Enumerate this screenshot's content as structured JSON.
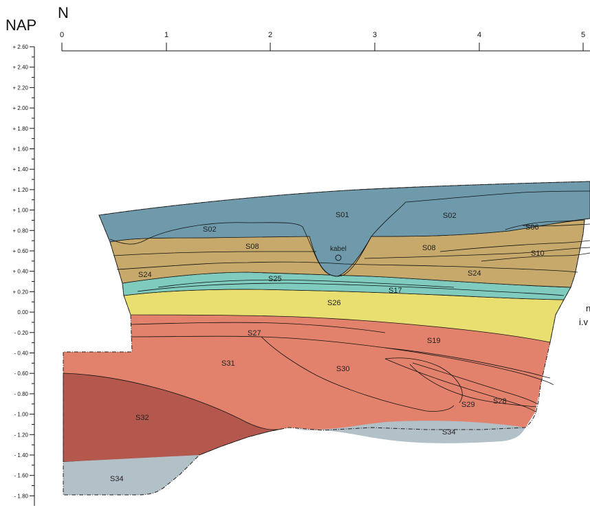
{
  "header": {
    "nap_label": "NAP",
    "north_label": "N"
  },
  "x_axis": {
    "ticks": [
      "0",
      "1",
      "2",
      "3",
      "4",
      "5"
    ]
  },
  "y_axis": {
    "ticks": [
      "+ 2.60",
      "+ 2.40",
      "+ 2.20",
      "+ 2.00",
      "+ 1.80",
      "+ 1.60",
      "+ 1.40",
      "+ 1.20",
      "+ 1.00",
      "+ 0.80",
      "+ 0.60",
      "+ 0.40",
      "+ 0.20",
      "0.00",
      "- 0.20",
      "- 0.40",
      "- 0.60",
      "- 0.80",
      "- 1.00",
      "- 1.20",
      "- 1.40",
      "- 1.60",
      "- 1.80"
    ]
  },
  "layers": {
    "S01": "S01",
    "S02a": "S02",
    "S02b": "S02",
    "S06": "S06",
    "S08a": "S08",
    "S08b": "S08",
    "S10": "S10",
    "S24a": "S24",
    "S24b": "S24",
    "S25": "S25",
    "S17": "S17",
    "S26": "S26",
    "S27": "S27",
    "S19": "S19",
    "S31": "S31",
    "S30": "S30",
    "S29": "S29",
    "S28": "S28",
    "S32": "S32",
    "S34a": "S34",
    "S34b": "S34"
  },
  "annotations": {
    "kabel": "kabel",
    "cut_text_1": "n",
    "cut_text_2": "i.v"
  },
  "colors": {
    "blue": "#6e9aab",
    "tan": "#c7a96b",
    "teal": "#7fcbbd",
    "yellow": "#e9df70",
    "salmon": "#e2826c",
    "dark_red": "#b4584e",
    "grey": "#b2c0c8"
  }
}
